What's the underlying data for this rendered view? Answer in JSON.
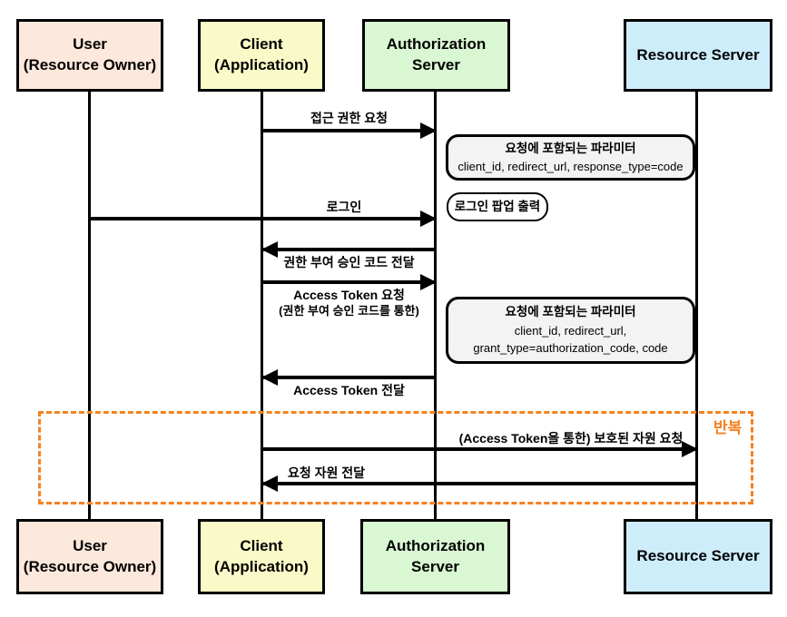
{
  "actors": [
    {
      "id": "user",
      "lines": [
        "User",
        "(Resource Owner)"
      ]
    },
    {
      "id": "client",
      "lines": [
        "Client",
        "(Application)"
      ]
    },
    {
      "id": "authorization_server",
      "lines": [
        "Authorization Server"
      ]
    },
    {
      "id": "resource_server",
      "lines": [
        "Resource Server"
      ]
    }
  ],
  "messages": [
    {
      "label": "접근 권한 요청"
    },
    {
      "label": "로그인"
    },
    {
      "label": "권한 부여 승인 코드 전달"
    },
    {
      "label": "Access Token 요청",
      "sublabel": "(권한 부여 승인 코드를 통한)"
    },
    {
      "label": "Access Token 전달"
    },
    {
      "label": "(Access Token을 통한) 보호된 자원 요청"
    },
    {
      "label": "요청 자원 전달"
    }
  ],
  "notes": [
    {
      "title": "요청에 포함되는 파라미터",
      "lines": [
        "client_id, redirect_url, response_type=code"
      ]
    },
    {
      "title": "로그인 팝업 출력",
      "lines": []
    },
    {
      "title": "요청에 포함되는 파라미터",
      "lines": [
        "client_id, redirect_url,",
        "grant_type=authorization_code, code"
      ]
    }
  ],
  "loop": {
    "label": "반복"
  },
  "colors": {
    "user_fill": "#FDE9DC",
    "client_fill": "#FAFAC8",
    "authorization_server_fill": "#D9F7D2",
    "resource_server_fill": "#CDEDFB",
    "note_fill": "#F3F3F3",
    "loop_border": "#F58220",
    "line": "#000000"
  }
}
